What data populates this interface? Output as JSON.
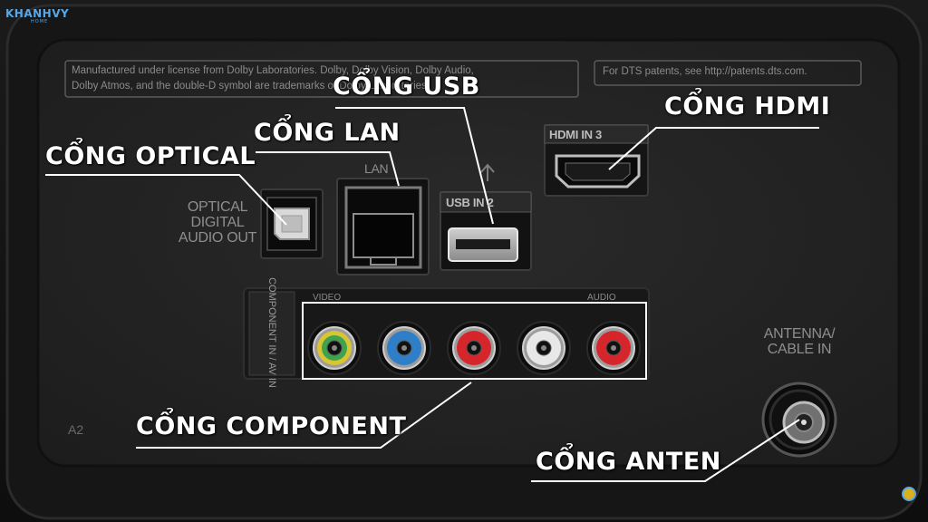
{
  "watermark": {
    "brand": "KHANHVY",
    "sub": "HOME"
  },
  "notices": {
    "dolby_line1": "Manufactured under license from Dolby Laboratories. Dolby, Dolby Vision, Dolby Audio,",
    "dolby_line2": "Dolby Atmos, and the double-D symbol are trademarks of Dolby Laboratories.",
    "dts": "For DTS patents, see http://patents.dts.com."
  },
  "port_labels": {
    "lan": "LAN",
    "usb": "USB IN 2",
    "hdmi": "HDMI IN 3",
    "optical_line1": "OPTICAL",
    "optical_line2": "DIGITAL",
    "optical_line3": "AUDIO OUT",
    "component_side": "COMPONENT IN / AV IN",
    "video": "VIDEO",
    "audio": "AUDIO",
    "antenna_line1": "ANTENNA/",
    "antenna_line2": "CABLE IN",
    "panel_code": "A2"
  },
  "callouts": {
    "usb": "CỔNG USB",
    "lan": "CỔNG LAN",
    "hdmi": "CỔNG HDMI",
    "optical": "CỔNG OPTICAL",
    "component": "CỔNG COMPONENT",
    "antenna": "CỔNG ANTEN"
  },
  "rca_jacks": [
    {
      "name": "video",
      "color": "#3fa34d",
      "ring": "#d9c431"
    },
    {
      "name": "pb",
      "color": "#2f7fc8",
      "ring": "#2f7fc8"
    },
    {
      "name": "pr",
      "color": "#d7262b",
      "ring": "#d7262b"
    },
    {
      "name": "audio-l",
      "color": "#e8e8e8",
      "ring": "#e8e8e8"
    },
    {
      "name": "audio-r",
      "color": "#d7262b",
      "ring": "#d7262b"
    }
  ],
  "colors": {
    "panel": "#222222",
    "callout_text": "#ffffff",
    "callout_line": "#ffffff"
  }
}
